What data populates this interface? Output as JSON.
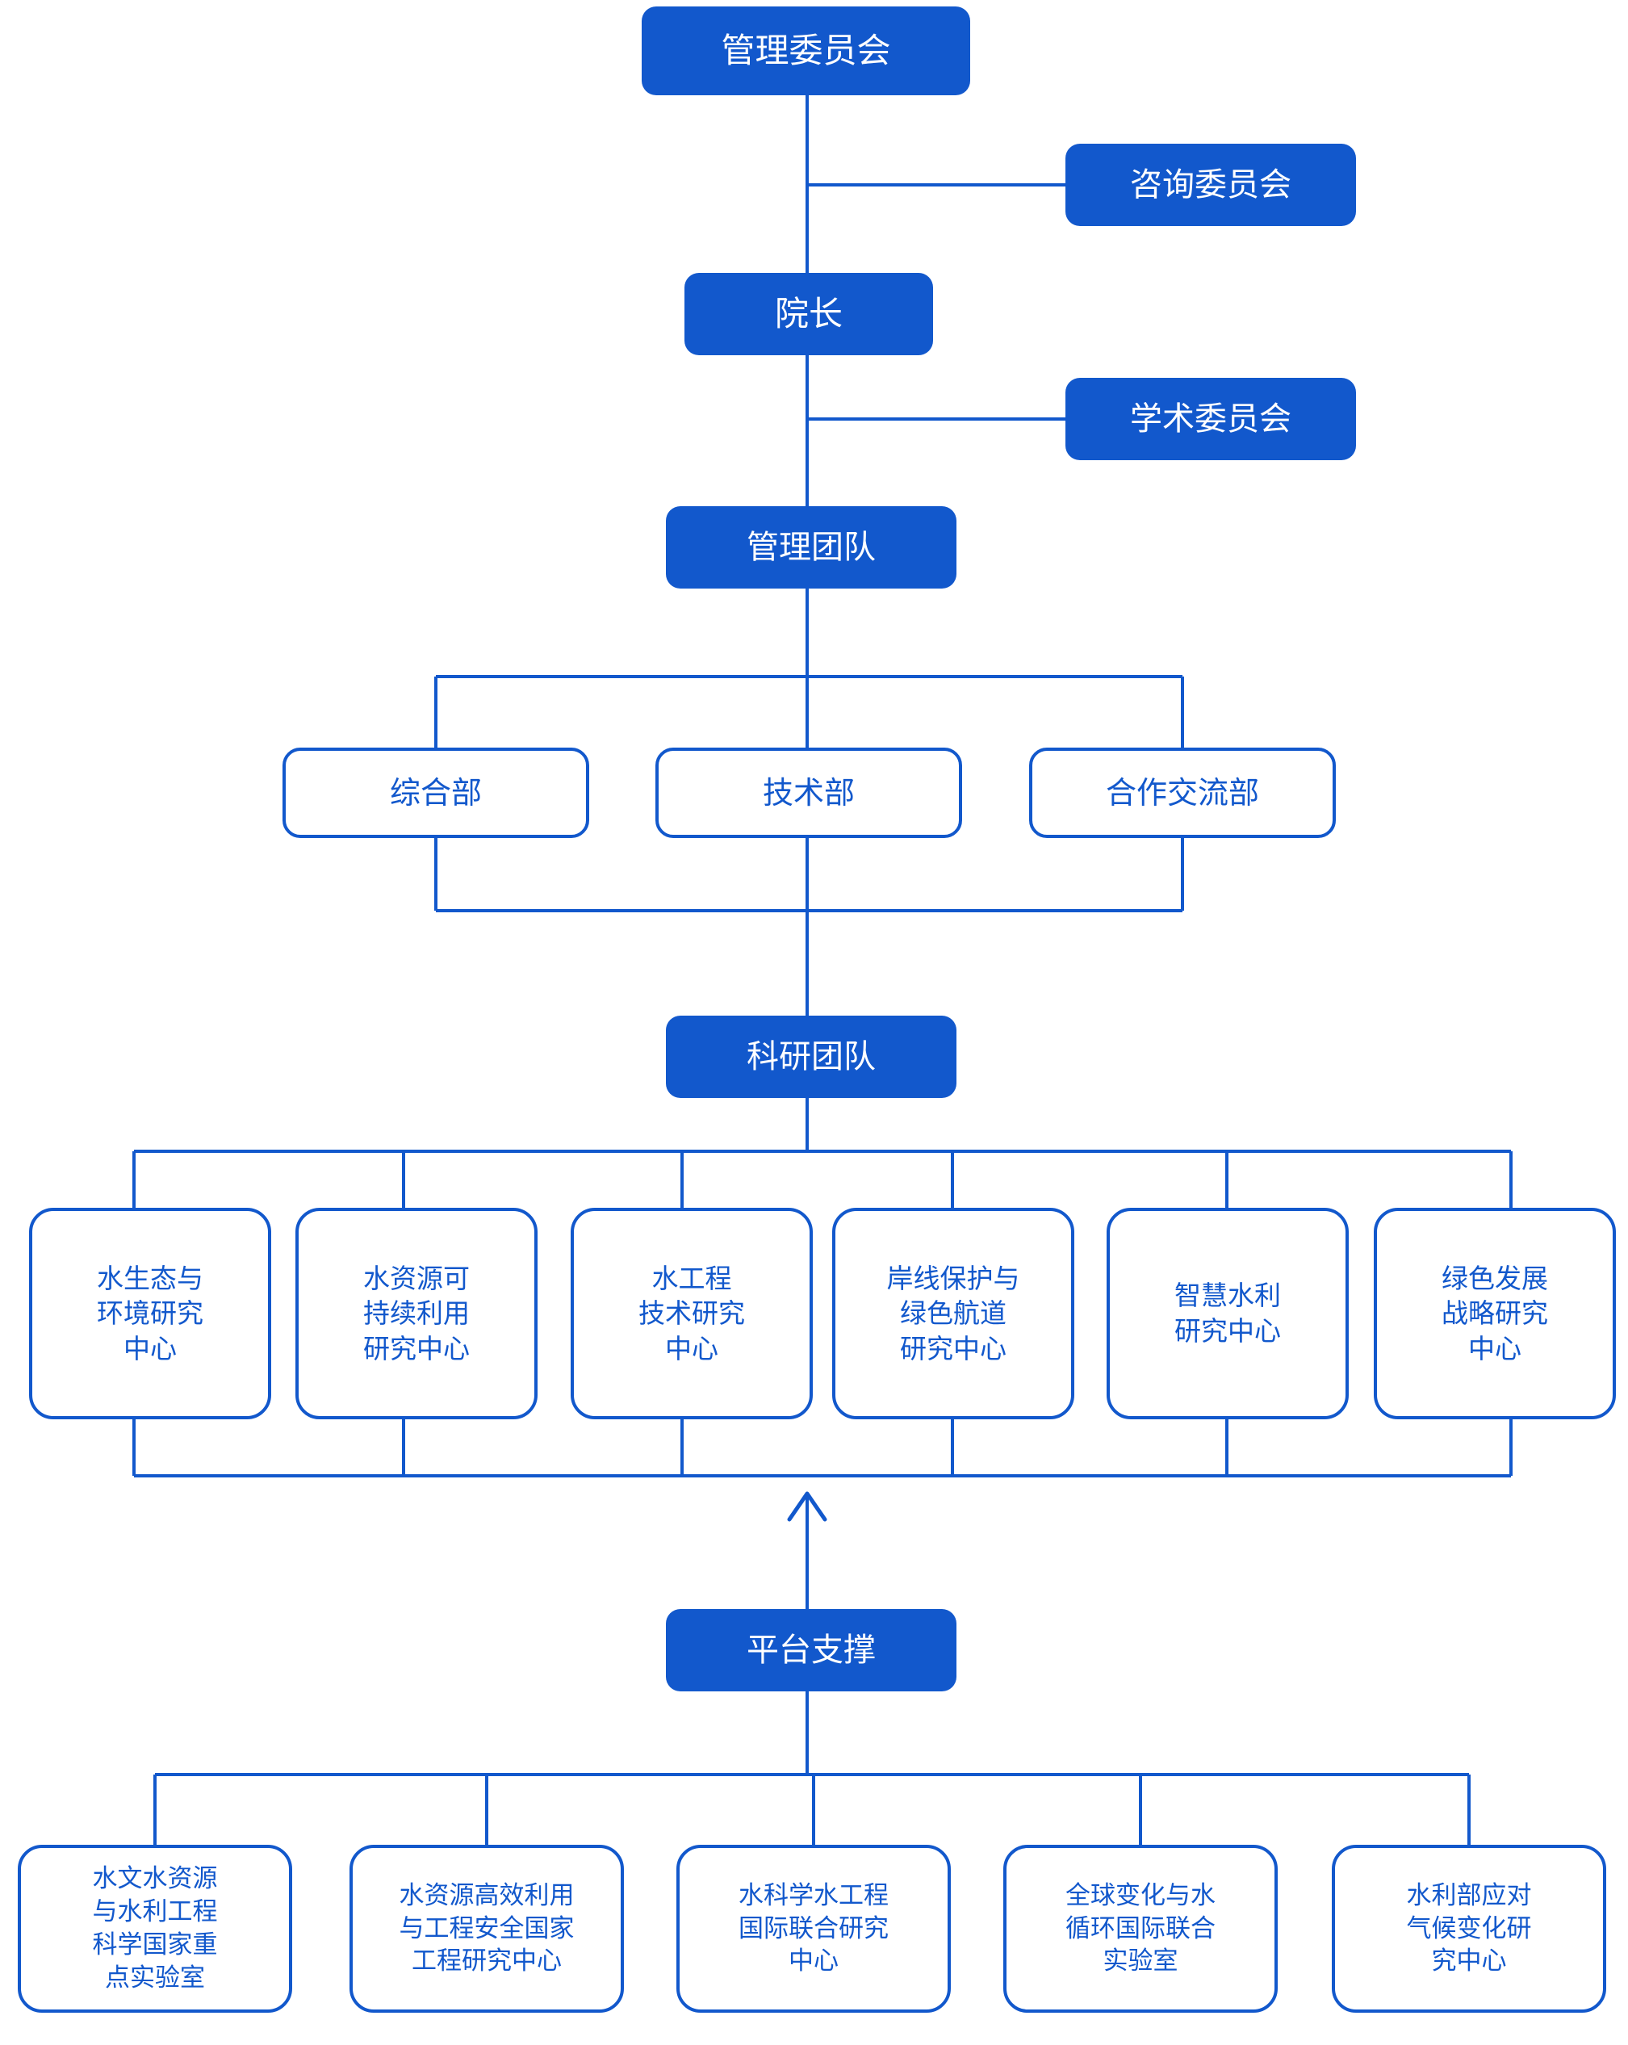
{
  "colors": {
    "brand_blue": "#1258cc",
    "node_fill": "#1258cc",
    "node_text_on_fill": "#ffffff",
    "outlined_text": "#1258cc",
    "background": "#ffffff",
    "connector": "#1258cc"
  },
  "chart_data": {
    "type": "diagram",
    "title": "",
    "orientation": "top-down organizational hierarchy"
  },
  "nodes": {
    "management_committee": "管理委员会",
    "advisory_committee": "咨询委员会",
    "dean": "院长",
    "academic_committee": "学术委员会",
    "management_team": "管理团队",
    "research_team": "科研团队",
    "platform_support": "平台支撑"
  },
  "departments": [
    {
      "label": "综合部"
    },
    {
      "label": "技术部"
    },
    {
      "label": "合作交流部"
    }
  ],
  "research_centers": [
    {
      "label": "水生态与\n环境研究\n中心"
    },
    {
      "label": "水资源可\n持续利用\n研究中心"
    },
    {
      "label": "水工程\n技术研究\n中心"
    },
    {
      "label": "岸线保护与\n绿色航道\n研究中心"
    },
    {
      "label": "智慧水利\n研究中心"
    },
    {
      "label": "绿色发展\n战略研究\n中心"
    }
  ],
  "platforms": [
    {
      "label": "水文水资源\n与水利工程\n科学国家重\n点实验室"
    },
    {
      "label": "水资源高效利用\n与工程安全国家\n工程研究中心"
    },
    {
      "label": "水科学水工程\n国际联合研究\n中心"
    },
    {
      "label": "全球变化与水\n循环国际联合\n实验室"
    },
    {
      "label": "水利部应对\n气候变化研\n究中心"
    }
  ]
}
